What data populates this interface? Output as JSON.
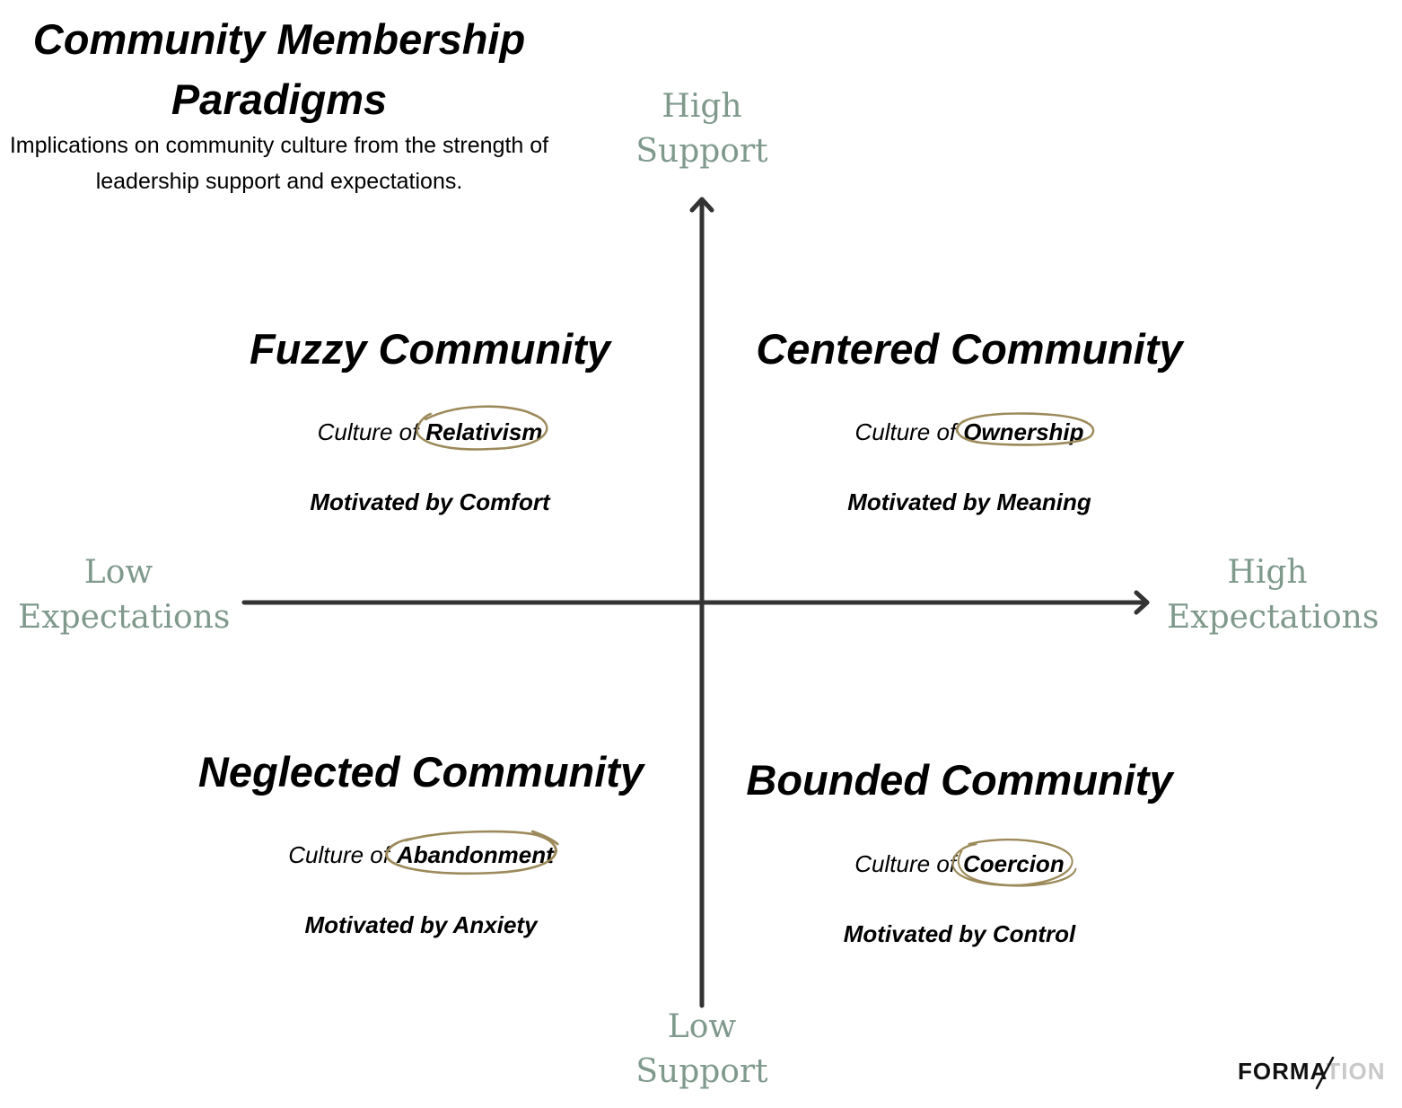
{
  "title": "Community Membership Paradigms",
  "subtitle": "Implications on community culture from the strength of leadership support and expectations.",
  "axes": {
    "top_label": "High Support",
    "bottom_label": "Low Support",
    "left_label": "Low Expectations",
    "right_label": "High Expectations",
    "line_color": "#333333",
    "label_color": "#7f9a8d"
  },
  "quadrants": {
    "top_left": {
      "title": "Fuzzy Community",
      "culture_prefix": "Culture of",
      "culture": "Relativism",
      "motivation": "Motivated by Comfort"
    },
    "top_right": {
      "title": "Centered Community",
      "culture_prefix": "Culture of",
      "culture": "Ownership",
      "motivation": "Motivated by Meaning"
    },
    "bottom_left": {
      "title": "Neglected Community",
      "culture_prefix": "Culture of",
      "culture": "Abandonment",
      "motivation": "Motivated by Anxiety"
    },
    "bottom_right": {
      "title": "Bounded Community",
      "culture_prefix": "Culture of",
      "culture": "Coercion",
      "motivation": "Motivated by Control"
    }
  },
  "highlight_color": "#9c8a5a",
  "logo": {
    "part1": "FORMA",
    "part2": "TION"
  }
}
